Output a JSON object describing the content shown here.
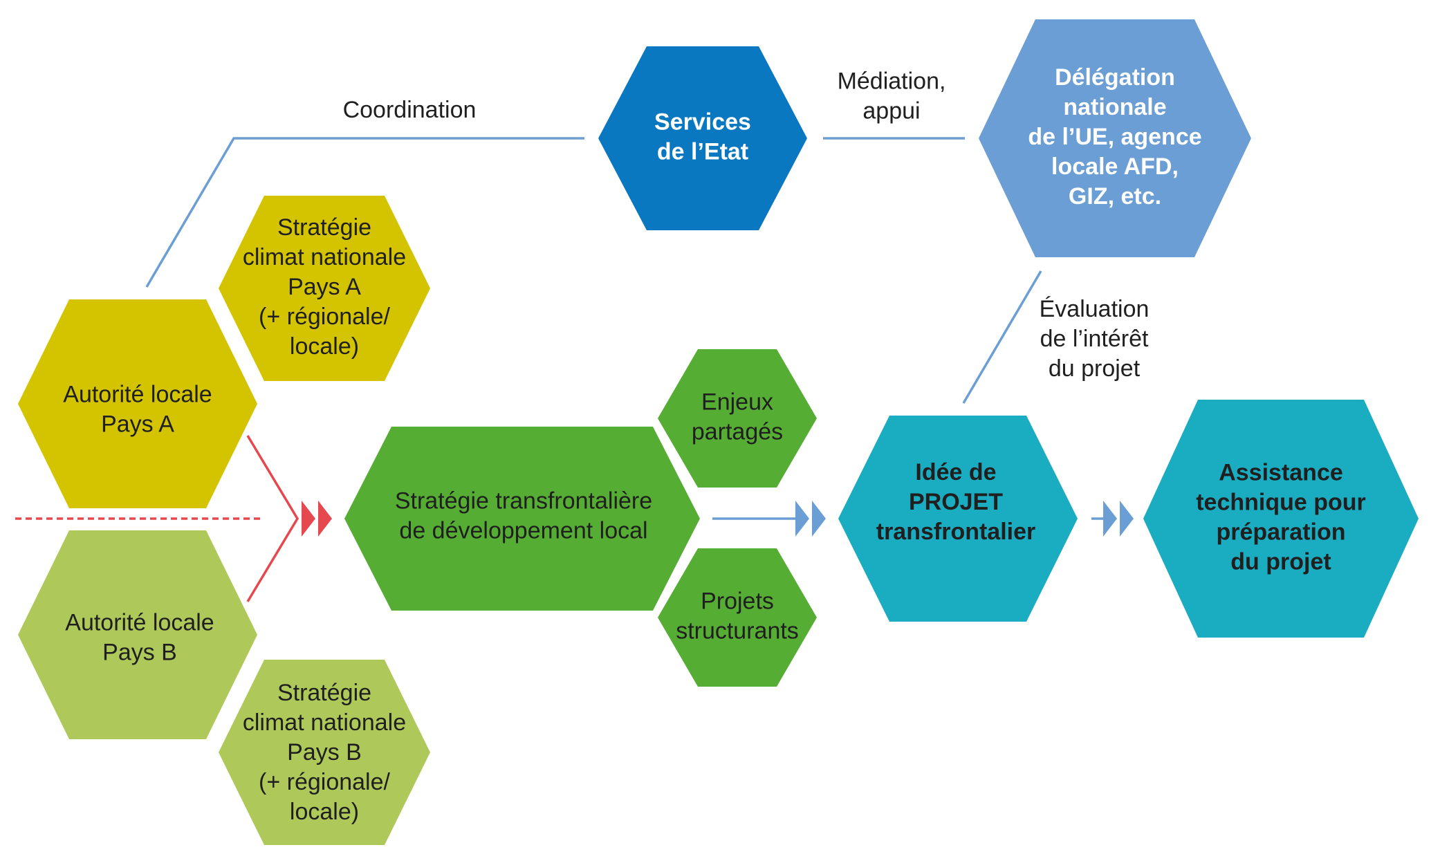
{
  "colors": {
    "state_blue": "#0a78c0",
    "eu_blue": "#6b9ed4",
    "yellow_a": "#d4c400",
    "green_b": "#aec95a",
    "green_mid": "#56ad33",
    "teal": "#1aacc1",
    "connector_blue": "#6b9ed4",
    "connector_red": "#e6484f"
  },
  "nodes": {
    "services_etat": {
      "lines": [
        "Services",
        "de l’Etat"
      ],
      "bold": true,
      "text_color": "#ffffff",
      "fill": "#0a78c0"
    },
    "delegation_ue": {
      "lines": [
        "Délégation",
        "nationale",
        "de l’UE, agence",
        "locale AFD,",
        "GIZ, etc."
      ],
      "bold": true,
      "text_color": "#ffffff",
      "fill": "#6b9ed4"
    },
    "strategie_climat_a": {
      "lines": [
        "Stratégie",
        "climat nationale",
        "Pays A",
        "(+ régionale/",
        "locale)"
      ],
      "bold": false,
      "text_color": "#1f1f1f",
      "fill": "#d4c400"
    },
    "autorite_a": {
      "lines": [
        "Autorité locale",
        "Pays A"
      ],
      "bold": false,
      "text_color": "#1f1f1f",
      "fill": "#d4c400"
    },
    "autorite_b": {
      "lines": [
        "Autorité locale",
        "Pays B"
      ],
      "bold": false,
      "text_color": "#1f1f1f",
      "fill": "#aec95a"
    },
    "strategie_climat_b": {
      "lines": [
        "Stratégie",
        "climat nationale",
        "Pays B",
        "(+ régionale/",
        "locale)"
      ],
      "bold": false,
      "text_color": "#1f1f1f",
      "fill": "#aec95a"
    },
    "strategie_transfrontaliere": {
      "lines": [
        "Stratégie transfrontalière",
        "de développement local"
      ],
      "bold": false,
      "text_color": "#1f1f1f",
      "fill": "#56ad33"
    },
    "enjeux_partages": {
      "lines": [
        "Enjeux",
        "partagés"
      ],
      "bold": false,
      "text_color": "#1f1f1f",
      "fill": "#56ad33"
    },
    "projets_structurants": {
      "lines": [
        "Projets",
        "structurants"
      ],
      "bold": false,
      "text_color": "#1f1f1f",
      "fill": "#56ad33"
    },
    "idee_projet": {
      "lines": [
        "Idée de",
        "PROJET",
        "transfrontalier"
      ],
      "bold": true,
      "text_color": "#1f1f1f",
      "fill": "#1aacc1"
    },
    "assistance_technique": {
      "lines": [
        "Assistance",
        "technique pour",
        "préparation",
        "du projet"
      ],
      "bold": true,
      "text_color": "#1f1f1f",
      "fill": "#1aacc1"
    }
  },
  "labels": {
    "coordination": [
      "Coordination"
    ],
    "mediation": [
      "Médiation,",
      "appui"
    ],
    "evaluation": [
      "Évaluation",
      "de l’intérêt",
      "du projet"
    ]
  }
}
